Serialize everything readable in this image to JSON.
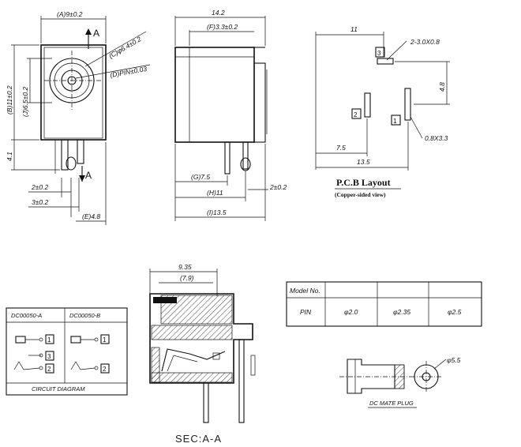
{
  "front_view": {
    "dims": {
      "a_width": "(A)9±0.2",
      "b_height": "(B)11±0.2",
      "c_dia": "(C)φ6.4±0.2",
      "d_pin": "(D)PIN±0.03",
      "j_dia": "(J)6.5±0.2",
      "pin_height": "4.1",
      "d2": "2±0.2",
      "d3": "3±0.2",
      "e_width": "(E)4.8"
    },
    "section_marker_top": "A",
    "section_marker_bottom": "A"
  },
  "side_view": {
    "dims": {
      "total_length": "14.2",
      "f_dim": "(F)3.3±0.2",
      "g_dim": "(G)7.5",
      "h_dim": "(H)11",
      "i_dim": "(I)13.5",
      "pin_offset": "2±0.2"
    }
  },
  "pcb_layout": {
    "title": "P.C.B Layout",
    "subtitle": "(Copper-sided view)",
    "dims": {
      "width_11": "11",
      "slot": "2-3.0X0.8",
      "height_48": "4.8",
      "slot2": "0.8X3.3",
      "d75": "7.5",
      "d135": "13.5"
    },
    "pin_labels": [
      "3",
      "2",
      "1"
    ]
  },
  "section_view": {
    "dims": {
      "d935": "9.35",
      "d79": "(7.9)"
    },
    "label": "SEC:A-A"
  },
  "circuit_diagram": {
    "col1": "DC00050-A",
    "col2": "DC00050-B",
    "caption": "CIRCUIT DIAGRAM",
    "pins_a": [
      "1",
      "3",
      "2"
    ],
    "pins_b": [
      "1",
      "2"
    ]
  },
  "model_table": {
    "header": [
      "Model No.",
      "",
      "",
      ""
    ],
    "row": [
      "PIN",
      "φ2.0",
      "φ2.35",
      "φ2.5"
    ]
  },
  "plug": {
    "dim": "φ5.5",
    "caption": "DC MATE PLUG"
  }
}
